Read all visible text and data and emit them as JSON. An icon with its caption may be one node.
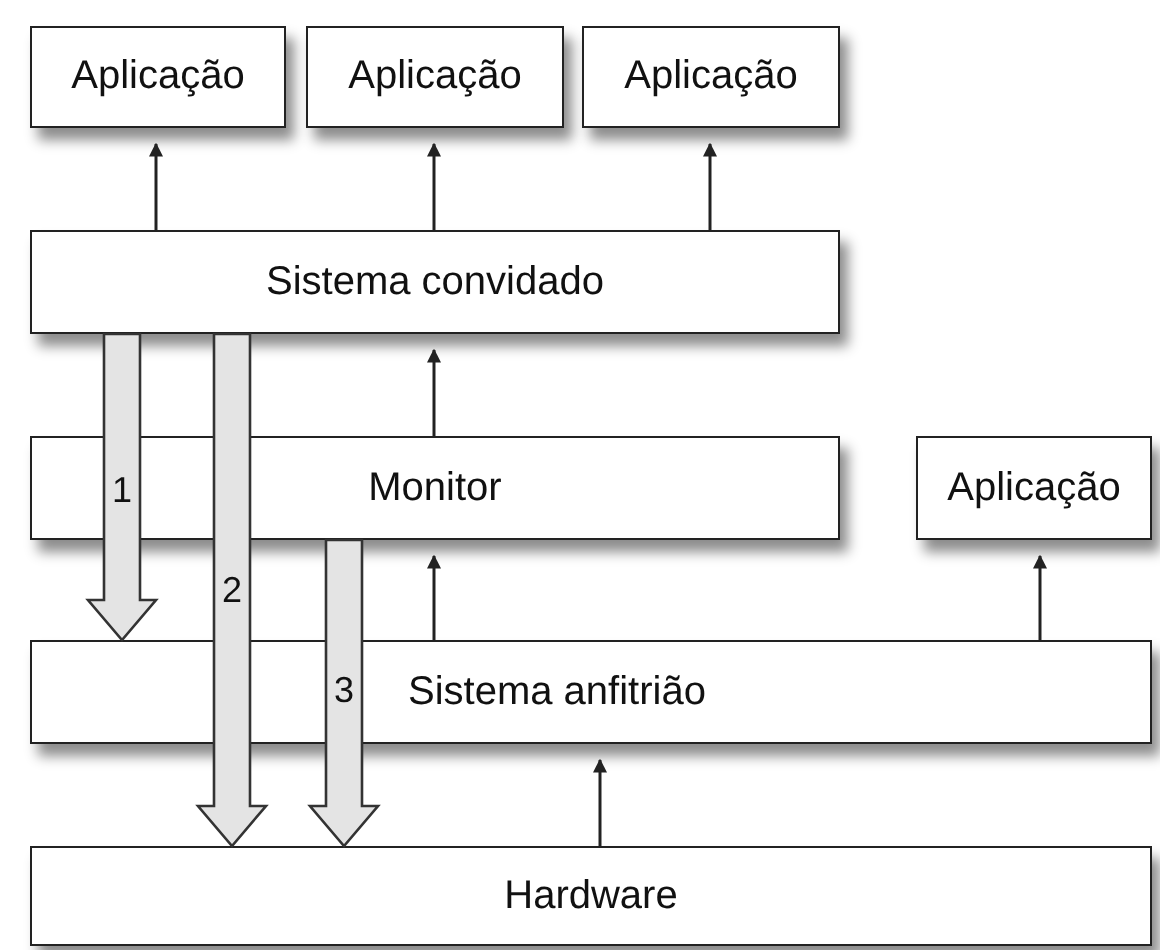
{
  "diagram": {
    "nodes": [
      {
        "text": [
          "Aplicação"
        ]
      },
      {
        "text": [
          "Aplicação"
        ]
      },
      {
        "text": [
          "Aplicação"
        ]
      },
      {
        "text": [
          "Sistema convidado"
        ]
      },
      {
        "text": [
          "Monitor"
        ]
      },
      {
        "text": [
          "Aplicação"
        ]
      },
      {
        "text": [
          "Sistema anfitrião"
        ]
      },
      {
        "text": [
          "Hardware"
        ]
      }
    ],
    "edges": [
      {
        "from": 3,
        "to": 0,
        "arrow": "to"
      },
      {
        "from": 3,
        "to": 1,
        "arrow": "to"
      },
      {
        "from": 3,
        "to": 2,
        "arrow": "to"
      },
      {
        "from": 4,
        "to": 3,
        "arrow": "to"
      },
      {
        "from": 6,
        "to": 4,
        "arrow": "to"
      },
      {
        "from": 6,
        "to": 5,
        "arrow": "to"
      },
      {
        "from": 7,
        "to": 6,
        "arrow": "to"
      },
      {
        "from": 3,
        "to": 6,
        "arrow": "to",
        "label": "1",
        "style": "thick"
      },
      {
        "from": 3,
        "to": 7,
        "arrow": "to",
        "label": "2",
        "style": "thick"
      },
      {
        "from": 4,
        "to": 7,
        "arrow": "to",
        "label": "3",
        "style": "thick"
      }
    ]
  }
}
